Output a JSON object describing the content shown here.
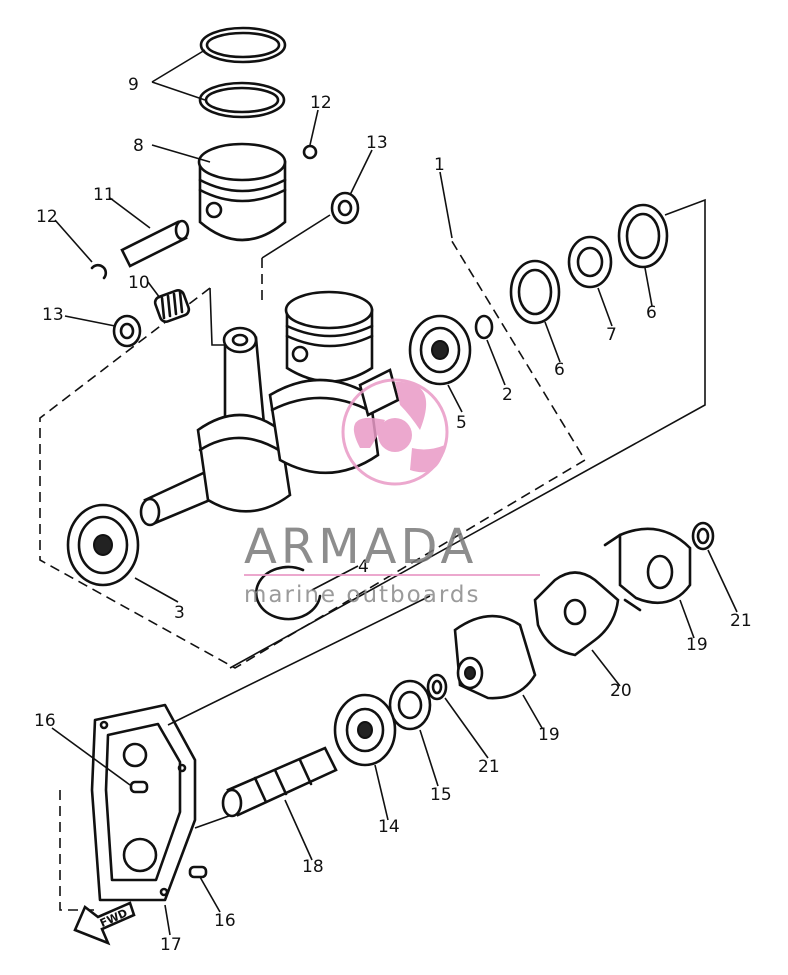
{
  "callouts": {
    "c1": "1",
    "c2": "2",
    "c3": "3",
    "c4": "4",
    "c5": "5",
    "c6a": "6",
    "c6b": "6",
    "c7": "7",
    "c8": "8",
    "c9": "9",
    "c10": "10",
    "c11": "11",
    "c12a": "12",
    "c12b": "12",
    "c13a": "13",
    "c13b": "13",
    "c14": "14",
    "c15": "15",
    "c16a": "16",
    "c16b": "16",
    "c17": "17",
    "c18": "18",
    "c19a": "19",
    "c19b": "19",
    "c20": "20",
    "c21a": "21",
    "c21b": "21"
  },
  "watermark": {
    "title": "ARMADA",
    "subtitle": "marine outboards",
    "title_color": "#7a7a7a",
    "subtitle_color": "#8a8a8a",
    "logo_color": "#e99ac6"
  },
  "gasket_tag": "FWD",
  "icons": {
    "logo": "propeller-logo-icon",
    "arrow": "fwd-arrow-icon"
  }
}
